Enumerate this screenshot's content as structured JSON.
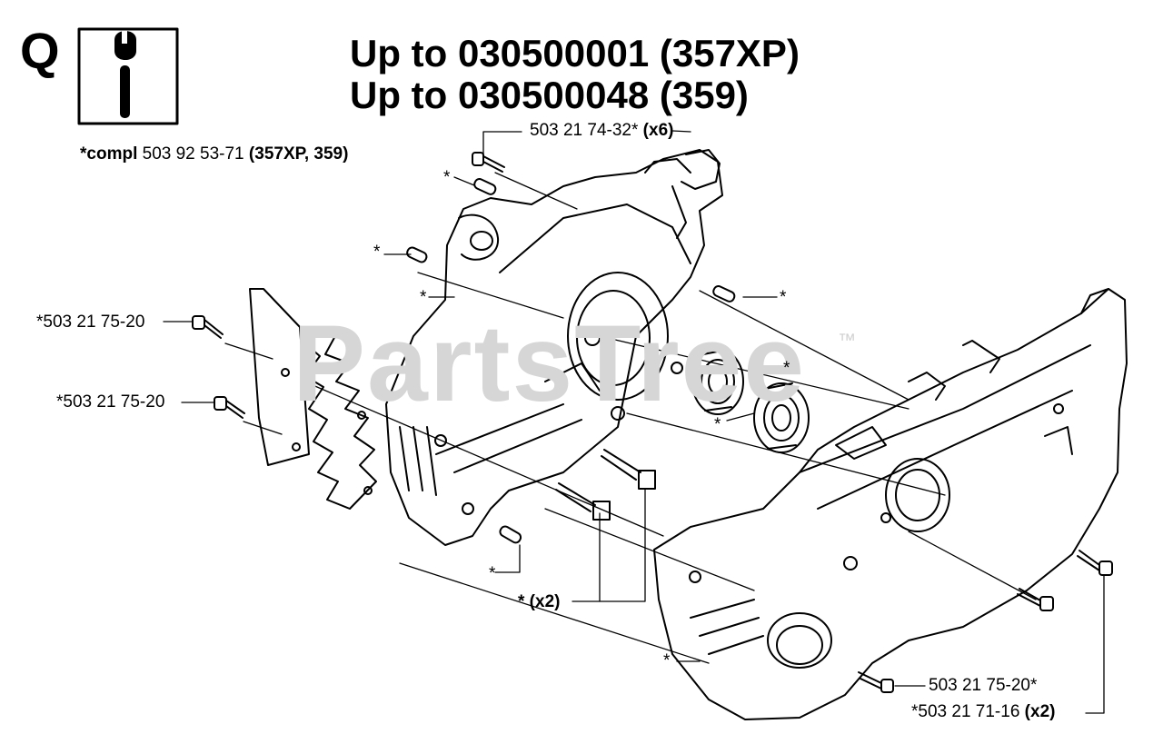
{
  "section_letter": "Q",
  "tool_icon": "wrench-icon",
  "title_lines": [
    "Up to 030500001  (357XP)",
    "Up to 030500048  (359)"
  ],
  "compl_note": {
    "prefix": "*compl",
    "number": "503 92 53-71",
    "models": "(357XP, 359)"
  },
  "watermark": "PartsTree",
  "trademark": "™",
  "callouts": {
    "top_screw": {
      "number": "503 21 74-32*",
      "qty": "(x6)"
    },
    "left_screw_upper": "*503 21 75-20",
    "left_screw_lower": "*503 21 75-20",
    "bolt_pair_qty": "* (x2)",
    "right_screw": "503 21 75-20*",
    "right_bolts": {
      "number": "*503 21 71-16",
      "qty": "(x2)"
    }
  },
  "asterisk": "*"
}
